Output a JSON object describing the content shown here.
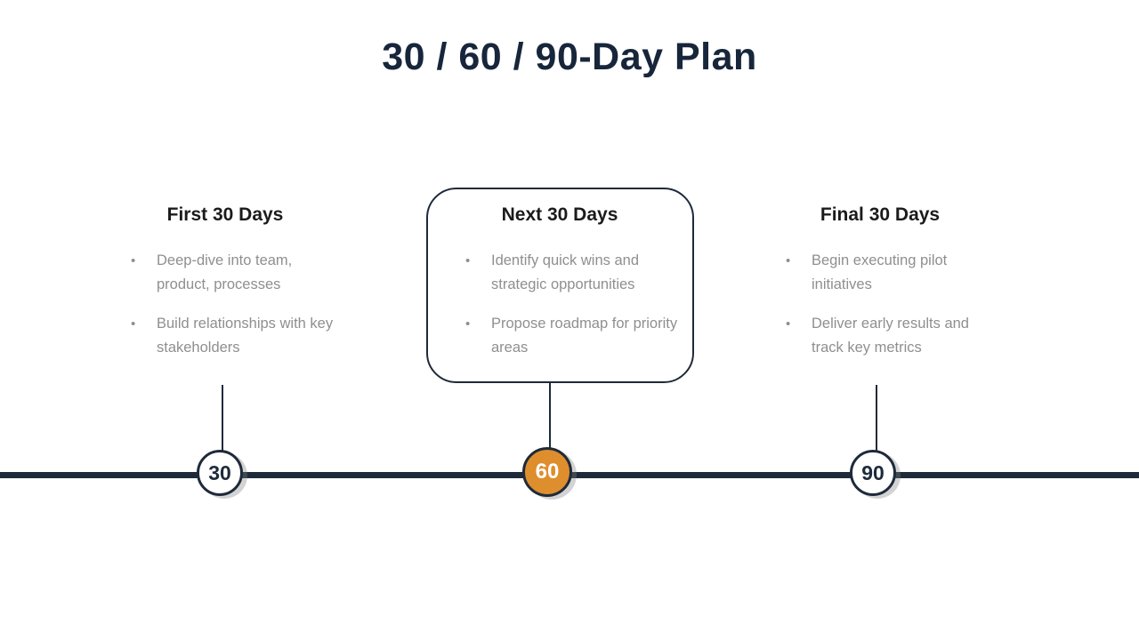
{
  "slide": {
    "title": "30 / 60 / 90-Day Plan"
  },
  "colors": {
    "navy": "#1e2a3a",
    "orange": "#df8e2d",
    "body_text_gray": "#8f8f8f",
    "heading_dark": "#1b1b1b",
    "background": "#ffffff"
  },
  "columns": [
    {
      "heading": "First 30 Days",
      "milestone": "30",
      "highlighted": false,
      "bullets": [
        "Deep-dive into team, product, processes",
        "Build relationships with key stakeholders"
      ]
    },
    {
      "heading": "Next 30 Days",
      "milestone": "60",
      "highlighted": true,
      "bullets": [
        "Identify quick wins and strategic opportunities",
        "Propose roadmap for priority areas"
      ]
    },
    {
      "heading": "Final 30 Days",
      "milestone": "90",
      "highlighted": false,
      "bullets": [
        "Begin executing pilot initiatives",
        "Deliver early results and track key metrics"
      ]
    }
  ]
}
